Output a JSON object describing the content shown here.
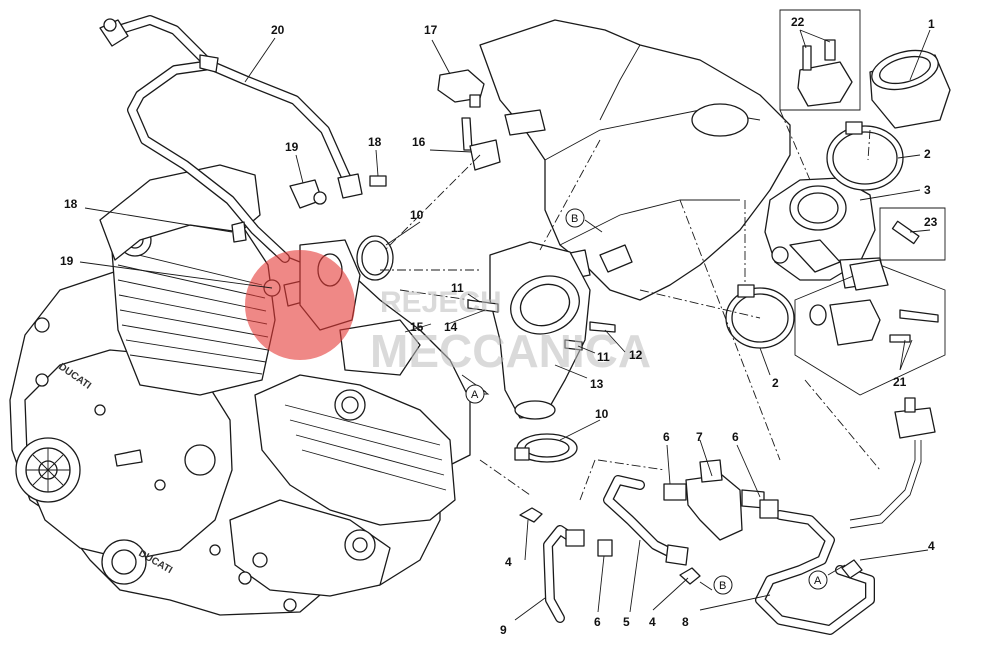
{
  "callouts": [
    {
      "id": "c1",
      "text": "1"
    },
    {
      "id": "c2a",
      "text": "2"
    },
    {
      "id": "c2b",
      "text": "2"
    },
    {
      "id": "c3",
      "text": "3"
    },
    {
      "id": "c4a",
      "text": "4"
    },
    {
      "id": "c4b",
      "text": "4"
    },
    {
      "id": "c4c",
      "text": "4"
    },
    {
      "id": "c5",
      "text": "5"
    },
    {
      "id": "c6a",
      "text": "6"
    },
    {
      "id": "c6b",
      "text": "6"
    },
    {
      "id": "c6c",
      "text": "6"
    },
    {
      "id": "c7",
      "text": "7"
    },
    {
      "id": "c8",
      "text": "8"
    },
    {
      "id": "c9",
      "text": "9"
    },
    {
      "id": "c10a",
      "text": "10"
    },
    {
      "id": "c10b",
      "text": "10"
    },
    {
      "id": "c11a",
      "text": "11"
    },
    {
      "id": "c11b",
      "text": "11"
    },
    {
      "id": "c12",
      "text": "12"
    },
    {
      "id": "c13",
      "text": "13"
    },
    {
      "id": "c14",
      "text": "14"
    },
    {
      "id": "c15",
      "text": "15"
    },
    {
      "id": "c16",
      "text": "16"
    },
    {
      "id": "c17",
      "text": "17"
    },
    {
      "id": "c18a",
      "text": "18"
    },
    {
      "id": "c18b",
      "text": "18"
    },
    {
      "id": "c19a",
      "text": "19"
    },
    {
      "id": "c19b",
      "text": "19"
    },
    {
      "id": "c20",
      "text": "20"
    },
    {
      "id": "c21",
      "text": "21"
    },
    {
      "id": "c22",
      "text": "22"
    },
    {
      "id": "c23",
      "text": "23"
    }
  ],
  "connectors": [
    {
      "id": "A1",
      "text": "A"
    },
    {
      "id": "A2",
      "text": "A"
    },
    {
      "id": "B1",
      "text": "B"
    },
    {
      "id": "B2",
      "text": "B"
    }
  ],
  "engine_marks": {
    "brand": "DUCATI",
    "model": "DUCATI"
  },
  "watermark": {
    "line1": "REJECH",
    "line2": "MECCANICA",
    "color": "#e53935"
  }
}
